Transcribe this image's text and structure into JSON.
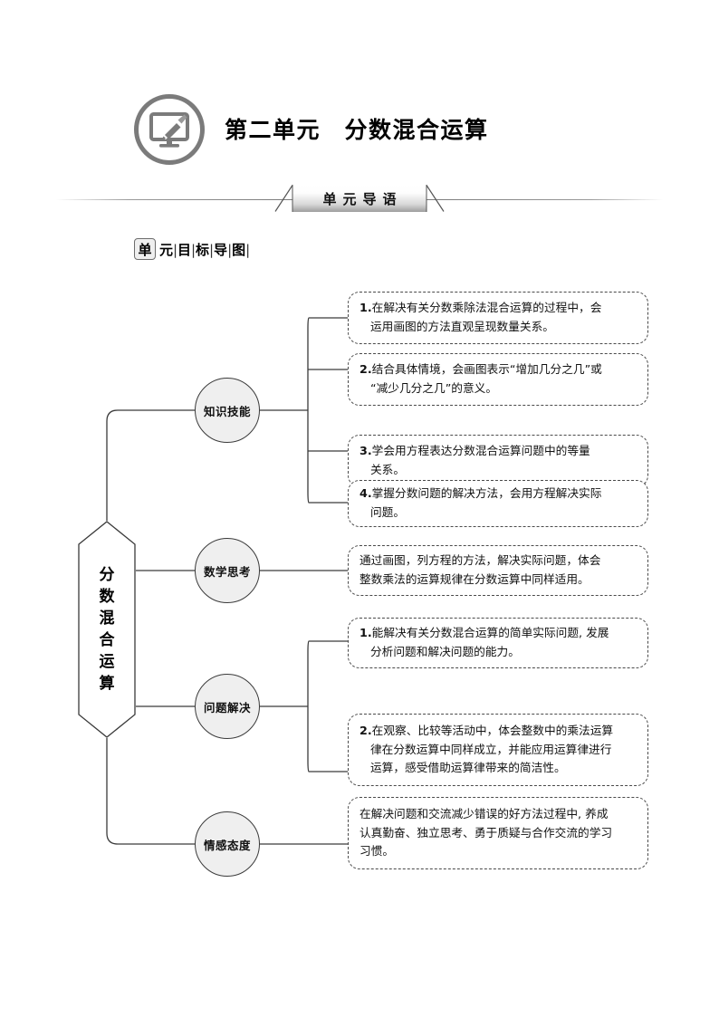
{
  "header": {
    "icon_name": "monitor-brush-icon",
    "title": "第二单元　分数混合运算"
  },
  "banner": {
    "text": "单元导语"
  },
  "section_label": {
    "boxed_char": "单",
    "chars": [
      "元",
      "目",
      "标",
      "导",
      "图"
    ],
    "separator": "|",
    "full_text": "单元目标导图"
  },
  "mindmap": {
    "root": {
      "label": "分数混合运算",
      "chars": [
        "分",
        "数",
        "混",
        "合",
        "运",
        "算"
      ]
    },
    "branches": [
      {
        "label": "知识技能",
        "leaves": [
          {
            "num": "1.",
            "lines": [
              "在解决有关分数乘除法混合运算的过程中，会",
              "运用画图的方法直观呈现数量关系。"
            ]
          },
          {
            "num": "2.",
            "lines": [
              "结合具体情境，会画图表示“增加几分之几”或",
              "“减少几分之几”的意义。"
            ]
          },
          {
            "num": "3.",
            "lines": [
              "学会用方程表达分数混合运算问题中的等量",
              "关系。"
            ]
          },
          {
            "num": "4.",
            "lines": [
              "掌握分数问题的解决方法，会用方程解决实际",
              "问题。"
            ]
          }
        ]
      },
      {
        "label": "数学思考",
        "leaves": [
          {
            "num": "",
            "lines": [
              "通过画图，列方程的方法，解决实际问题，体会",
              "整数乘法的运算规律在分数运算中同样适用。"
            ]
          }
        ]
      },
      {
        "label": "问题解决",
        "leaves": [
          {
            "num": "1.",
            "lines": [
              "能解决有关分数混合运算的简单实际问题, 发展",
              "分析问题和解决问题的能力。"
            ]
          },
          {
            "num": "2.",
            "lines": [
              "在观察、比较等活动中，体会整数中的乘法运算",
              "律在分数运算中同样成立，并能应用运算律进行",
              "运算，感受借助运算律带来的简洁性。"
            ]
          }
        ]
      },
      {
        "label": "情感态度",
        "leaves": [
          {
            "num": "",
            "lines": [
              "在解决问题和交流减少错误的好方法过程中, 养成",
              "认真勤奋、独立思考、勇于质疑与合作交流的学习",
              "习惯。"
            ]
          }
        ]
      }
    ]
  },
  "colors": {
    "icon_gray": "#7b7b7b",
    "node_fill": "#efefef",
    "node_stroke": "#3a3a3a",
    "box_stroke": "#4a4a4a",
    "connector": "#3a3a3a"
  }
}
